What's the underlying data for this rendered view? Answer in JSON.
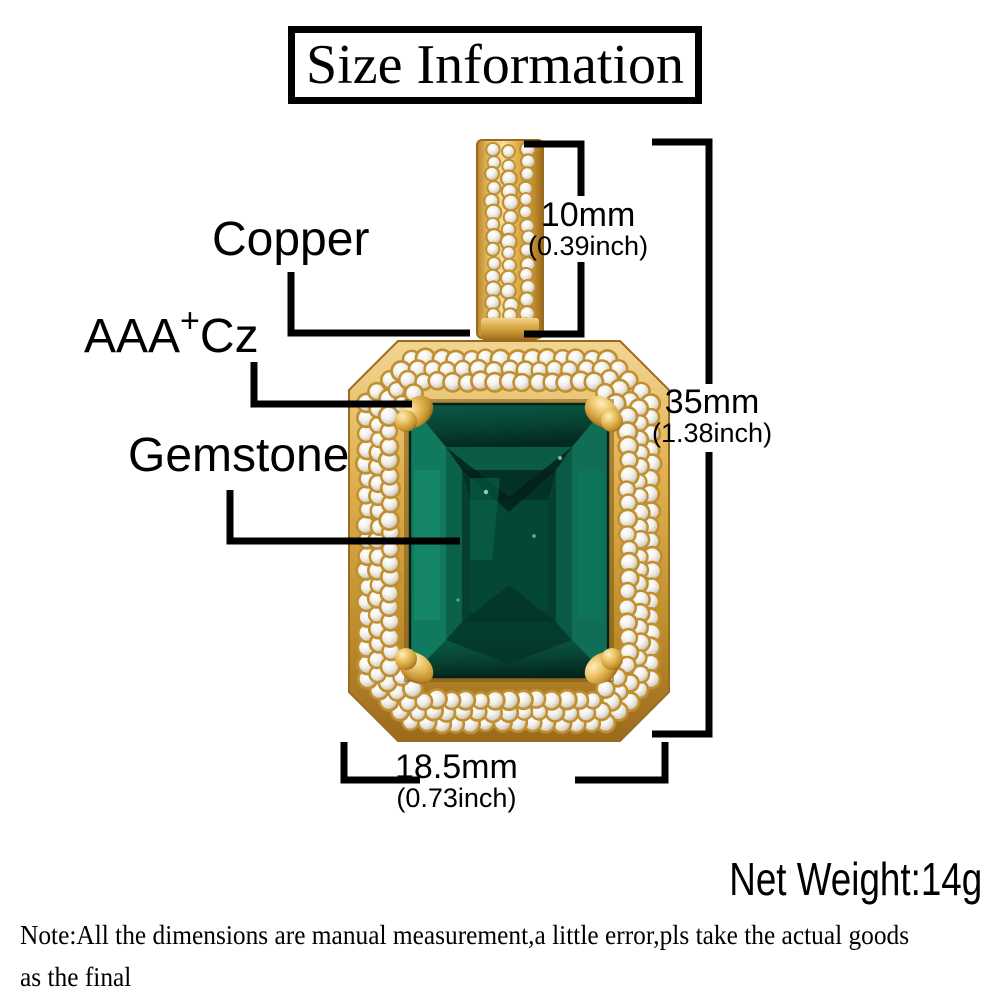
{
  "title": {
    "text": "Size Information"
  },
  "callouts": [
    {
      "id": "copper",
      "label": "Copper",
      "target": "bail"
    },
    {
      "id": "aaacz",
      "label": "AAA",
      "sup": "+",
      "label_tail": "Cz",
      "target": "pave-halo"
    },
    {
      "id": "gemstone",
      "label": "Gemstone",
      "target": "green-stone"
    }
  ],
  "dimensions": {
    "bail": {
      "mm": "10mm",
      "inch": "(0.39inch)"
    },
    "height": {
      "mm": "35mm",
      "inch": "(1.38inch)"
    },
    "width": {
      "mm": "18.5mm",
      "inch": "(0.73inch)"
    }
  },
  "net_weight": "Net Weight:14g",
  "note": "Note:All the dimensions are manual measurement,a little error,pls take the actual goods as the final",
  "product": {
    "type": "gemstone-pendant",
    "metal": "Copper",
    "stones": "AAA+Cz",
    "center_stone": "Gemstone",
    "colors": {
      "gold_light": "#f6dfa0",
      "gold": "#e0ae4c",
      "gold_dark": "#b8832b",
      "gold_deep": "#8a5f18",
      "cz_white": "#ffffff",
      "cz_shadow": "#d8d2c6",
      "gem_light": "#1e8f6e",
      "gem_mid": "#0c6b52",
      "gem_dark": "#064437",
      "gem_deep": "#02271f",
      "outline": "#000000",
      "background": "#ffffff"
    }
  }
}
